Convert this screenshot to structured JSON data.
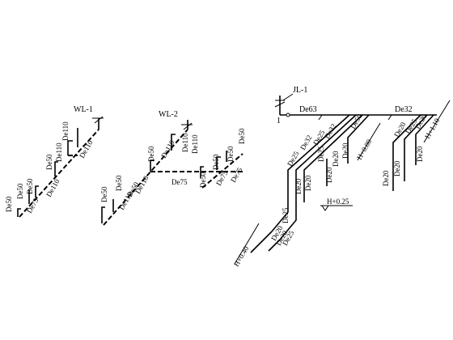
{
  "systems": {
    "wl1": {
      "tag": "WL-1"
    },
    "wl2": {
      "tag": "WL-2"
    },
    "jl1": {
      "tag": "JL-1",
      "marker": "1"
    }
  },
  "labels": {
    "de50": "De50",
    "de75": "De75",
    "de110": "De110",
    "de63": "De63",
    "de32": "De32",
    "de25": "De25",
    "de20": "De20"
  },
  "elevations": {
    "h025": "H+0.25",
    "h040": "H+0.40",
    "h080": "H+0.80",
    "h110": "H+1.10"
  }
}
